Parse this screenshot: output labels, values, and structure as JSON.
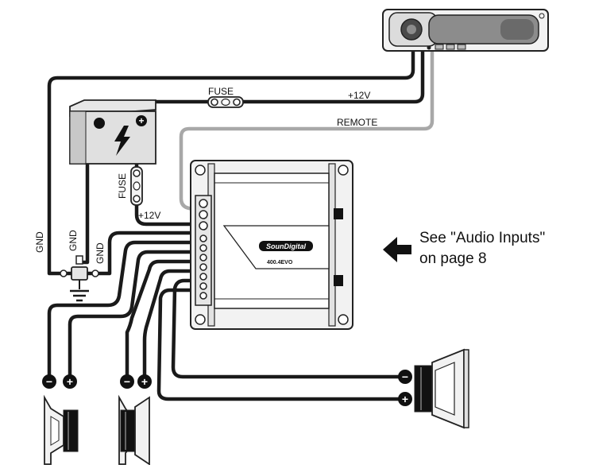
{
  "labels": {
    "fuse_top": "FUSE",
    "fuse_side": "FUSE",
    "plus12_top": "+12V",
    "plus12_amp": "+12V",
    "remote": "REMOTE",
    "gnd_1": "GND",
    "gnd_2": "GND",
    "gnd_3": "GND"
  },
  "amplifier": {
    "brand": "SounDigital",
    "model": "400.4EVO"
  },
  "callout": {
    "line1": "See \"Audio Inputs\"",
    "line2": "on page 8"
  },
  "terminal_symbols": {
    "minus": "−",
    "plus": "+"
  },
  "colors": {
    "wire": "#1a1a1a",
    "remote_wire": "#a8a8a8",
    "outline": "#222222",
    "device_fill": "#f2f2f2",
    "head_unit_panel": "#8c8c8c"
  },
  "icons": {
    "battery": "lightning-bolt-icon",
    "ground": "ground-symbol-icon",
    "callout_arrow": "left-arrow-icon"
  }
}
